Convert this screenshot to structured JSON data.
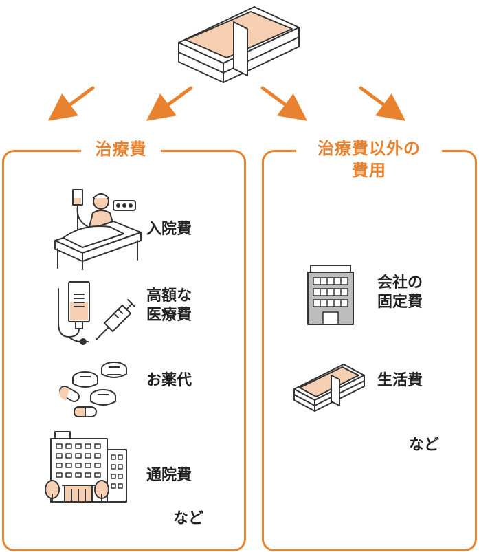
{
  "medical": {
    "heading": "治療費",
    "items": [
      {
        "label": "入院費"
      },
      {
        "label_line1": "高額な",
        "label_line2": "医療費"
      },
      {
        "label": "お薬代"
      },
      {
        "label": "通院費"
      }
    ],
    "etc": "など"
  },
  "other": {
    "heading_line1": "治療費以外の",
    "heading_line2": "費用",
    "items": [
      {
        "label_line1": "会社の",
        "label_line2": "固定費"
      },
      {
        "label": "生活費"
      }
    ],
    "etc": "など"
  },
  "colors": {
    "accent": "#e8822e",
    "money": "#f6cfb3",
    "gray": "#bdbdbd",
    "line": "#333333"
  }
}
